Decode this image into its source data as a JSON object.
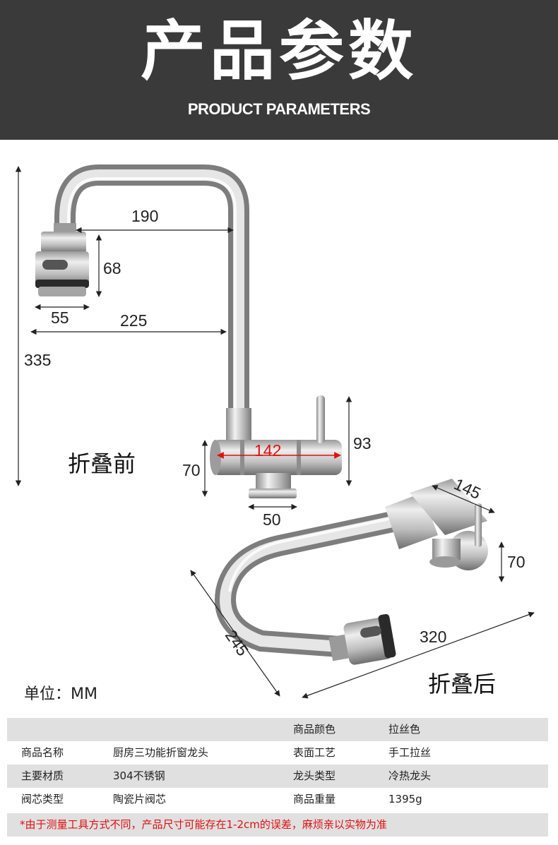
{
  "header": {
    "title": "产品参数",
    "subtitle": "PRODUCT PARAMETERS"
  },
  "diagram": {
    "before_label": "折叠前",
    "after_label": "折叠后",
    "unit_label": "单位：MM",
    "dimensions": {
      "spout_reach": "190",
      "aerator_height": "68",
      "aerator_width": "55",
      "total_reach": "225",
      "total_height": "335",
      "body_width": "142",
      "lever_height": "93",
      "body_height": "70",
      "base_width": "50",
      "folded_body": "145",
      "folded_height": "70",
      "folded_length": "320",
      "folded_depth": "245"
    }
  },
  "specs": {
    "rows": [
      {
        "k1": "",
        "v1": "",
        "k2": "商品颜色",
        "v2": "拉丝色"
      },
      {
        "k1": "商品名称",
        "v1": "厨房三功能折窗龙头",
        "k2": "表面工艺",
        "v2": "手工拉丝"
      },
      {
        "k1": "主要材质",
        "v1": "304不锈钢",
        "k2": "龙头类型",
        "v2": "冷热龙头"
      },
      {
        "k1": "阀芯类型",
        "v1": "陶瓷片阀芯",
        "k2": "商品重量",
        "v2": "1395g"
      }
    ],
    "note": "*由于测量工具方式不同，产品尺寸可能存在1-2cm的误差，麻烦亲以实物为准"
  },
  "colors": {
    "header_bg": "#3a3a3a",
    "row_gray": "#e0e0e0",
    "note_red": "#e01010"
  }
}
